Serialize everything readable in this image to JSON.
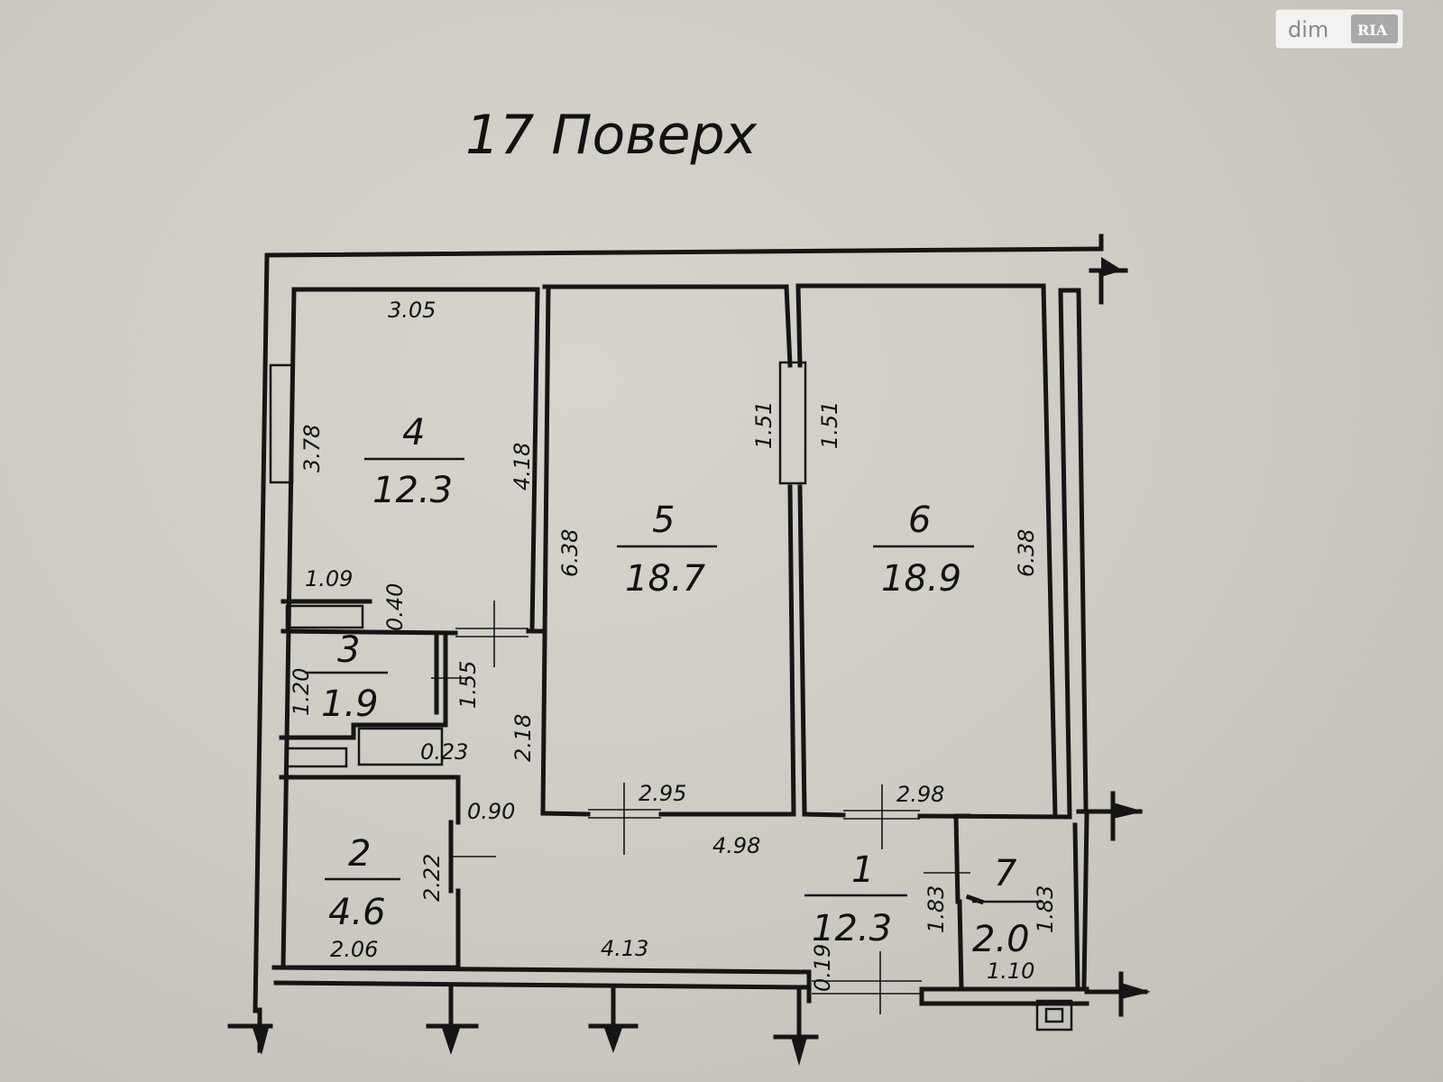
{
  "title": "17 Поверх",
  "watermark": {
    "text": "dim",
    "badge": "RIA"
  },
  "rooms": [
    {
      "number": "4",
      "area": "12.3"
    },
    {
      "number": "5",
      "area": "18.7"
    },
    {
      "number": "6",
      "area": "18.9"
    },
    {
      "number": "3",
      "area": "1.9"
    },
    {
      "number": "2",
      "area": "4.6"
    },
    {
      "number": "1",
      "area": "12.3"
    },
    {
      "number": "7",
      "area": "2.0"
    }
  ],
  "dimensions": {
    "room4_width": "3.05",
    "room4_left": "3.78",
    "room4_right": "4.18",
    "window_left": "1.51",
    "window_right": "1.51",
    "room5_left": "6.38",
    "room6_right": "6.38",
    "closet_width": "1.09",
    "closet_depth": "0.40",
    "room3_height": "1.20",
    "room3_side": "1.55",
    "hall_upper": "2.18",
    "niche": "0.23",
    "door_gap": "0.90",
    "room5_bottom": "2.95",
    "room6_bottom": "2.98",
    "hall_length": "4.98",
    "room2_height": "2.22",
    "room2_width": "2.06",
    "hall_bottom": "4.13",
    "entry_depth": "0.19",
    "room7_left": "1.83",
    "room7_right": "1.83",
    "room7_width": "1.10"
  }
}
